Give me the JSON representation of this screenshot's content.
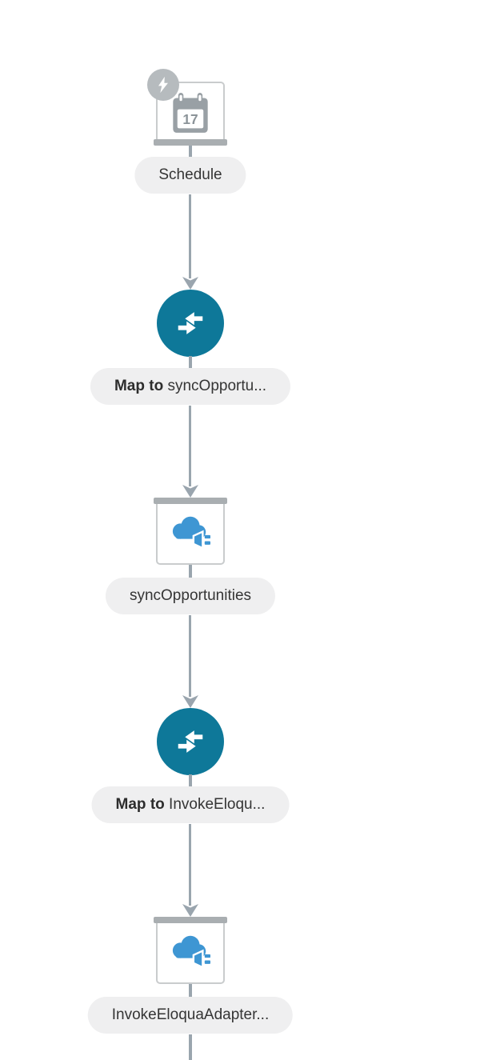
{
  "app": {
    "name": "Integration flow canvas"
  },
  "palette": {
    "background": "#ffffff",
    "connector_gray": "#9aa5ae",
    "pill_background": "#efeff0",
    "pill_text": "#353535",
    "node_border": "#c9cccd",
    "node_bar_gray": "#a9aeb1",
    "mapper_teal": "#0e7899",
    "adapter_blue": "#3e96d3",
    "trigger_icon_gray": "#99a0a5",
    "badge_gray": "#b6bbbe"
  },
  "flow": {
    "nodes": [
      {
        "id": "schedule",
        "kind": "trigger",
        "label": "Schedule",
        "icon": "calendar-icon",
        "badge_icon": "lightning-bolt-icon",
        "calendar_day": "17"
      },
      {
        "id": "map-1",
        "kind": "mapper",
        "label_bold": "Map to ",
        "label_rest": "syncOpportu...",
        "icon": "map-arrows-icon"
      },
      {
        "id": "invoke-1",
        "kind": "invoke",
        "label": "syncOpportunities",
        "icon": "cloud-adapter-icon"
      },
      {
        "id": "map-2",
        "kind": "mapper",
        "label_bold": "Map to ",
        "label_rest": "InvokeEloqu...",
        "icon": "map-arrows-icon"
      },
      {
        "id": "invoke-2",
        "kind": "invoke",
        "label": "InvokeEloquaAdapter...",
        "icon": "cloud-adapter-icon"
      }
    ]
  }
}
